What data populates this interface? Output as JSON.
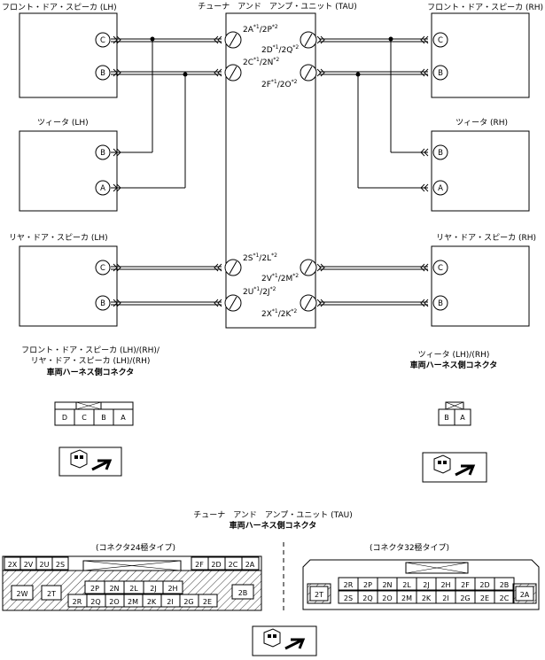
{
  "tau_title": "チューナ　アンド　アンプ・ユニット (TAU)",
  "speakers": {
    "front_lh": "フロント・ドア・スピーカ (LH)",
    "front_rh": "フロント・ドア・スピーカ (RH)",
    "tweeter_lh": "ツィータ (LH)",
    "tweeter_rh": "ツィータ (RH)",
    "rear_lh": "リヤ・ドア・スピーカ (LH)",
    "rear_rh": "リヤ・ドア・スピーカ (RH)"
  },
  "pins": {
    "C": "C",
    "B": "B",
    "A": "A"
  },
  "tau_pins": {
    "l1": {
      "a": "2A",
      "b": "/2P"
    },
    "l2": {
      "a": "2C",
      "b": "/2N"
    },
    "l3": {
      "a": "2S",
      "b": "/2L"
    },
    "l4": {
      "a": "2U",
      "b": "/2J"
    },
    "r1": {
      "a": "2D",
      "b": "/2Q"
    },
    "r2": {
      "a": "2F",
      "b": "/2O"
    },
    "r3": {
      "a": "2V",
      "b": "/2M"
    },
    "r4": {
      "a": "2X",
      "b": "/2K"
    },
    "sup1": "*1",
    "sup2": "*2"
  },
  "connectors": {
    "speaker_title1": "フロント・ドア・スピーカ (LH)/(RH)/",
    "speaker_title2": "リヤ・ドア・スピーカ (LH)/(RH)",
    "harness_side": "車両ハーネス側コネクタ",
    "speaker_pins": [
      "D",
      "C",
      "B",
      "A"
    ],
    "tweeter_title": "ツィータ (LH)/(RH)",
    "tweeter_pins": [
      "B",
      "A"
    ],
    "tau_bottom_title": "チューナ　アンド　アンプ・ユニット (TAU)",
    "type24": "(コネクタ24極タイプ)",
    "type32": "(コネクタ32極タイプ)",
    "c24_top_left": [
      "2X",
      "2V",
      "2U",
      "2S"
    ],
    "c24_top_right": [
      "2F",
      "2D",
      "2C",
      "2A"
    ],
    "c24_mid": [
      "2P",
      "2N",
      "2L",
      "2J",
      "2H"
    ],
    "c24_bot": [
      "2R",
      "2Q",
      "2O",
      "2M",
      "2K",
      "2I",
      "2G",
      "2E"
    ],
    "c24_side_left": [
      "2W",
      "2T"
    ],
    "c24_side_right": "2B",
    "c32_row1": [
      "2R",
      "2P",
      "2N",
      "2L",
      "2J",
      "2H",
      "2F",
      "2D",
      "2B"
    ],
    "c32_row2": [
      "2S",
      "2Q",
      "2O",
      "2M",
      "2K",
      "2I",
      "2G",
      "2E",
      "2C"
    ],
    "c32_left": "2T",
    "c32_right": "2A"
  }
}
